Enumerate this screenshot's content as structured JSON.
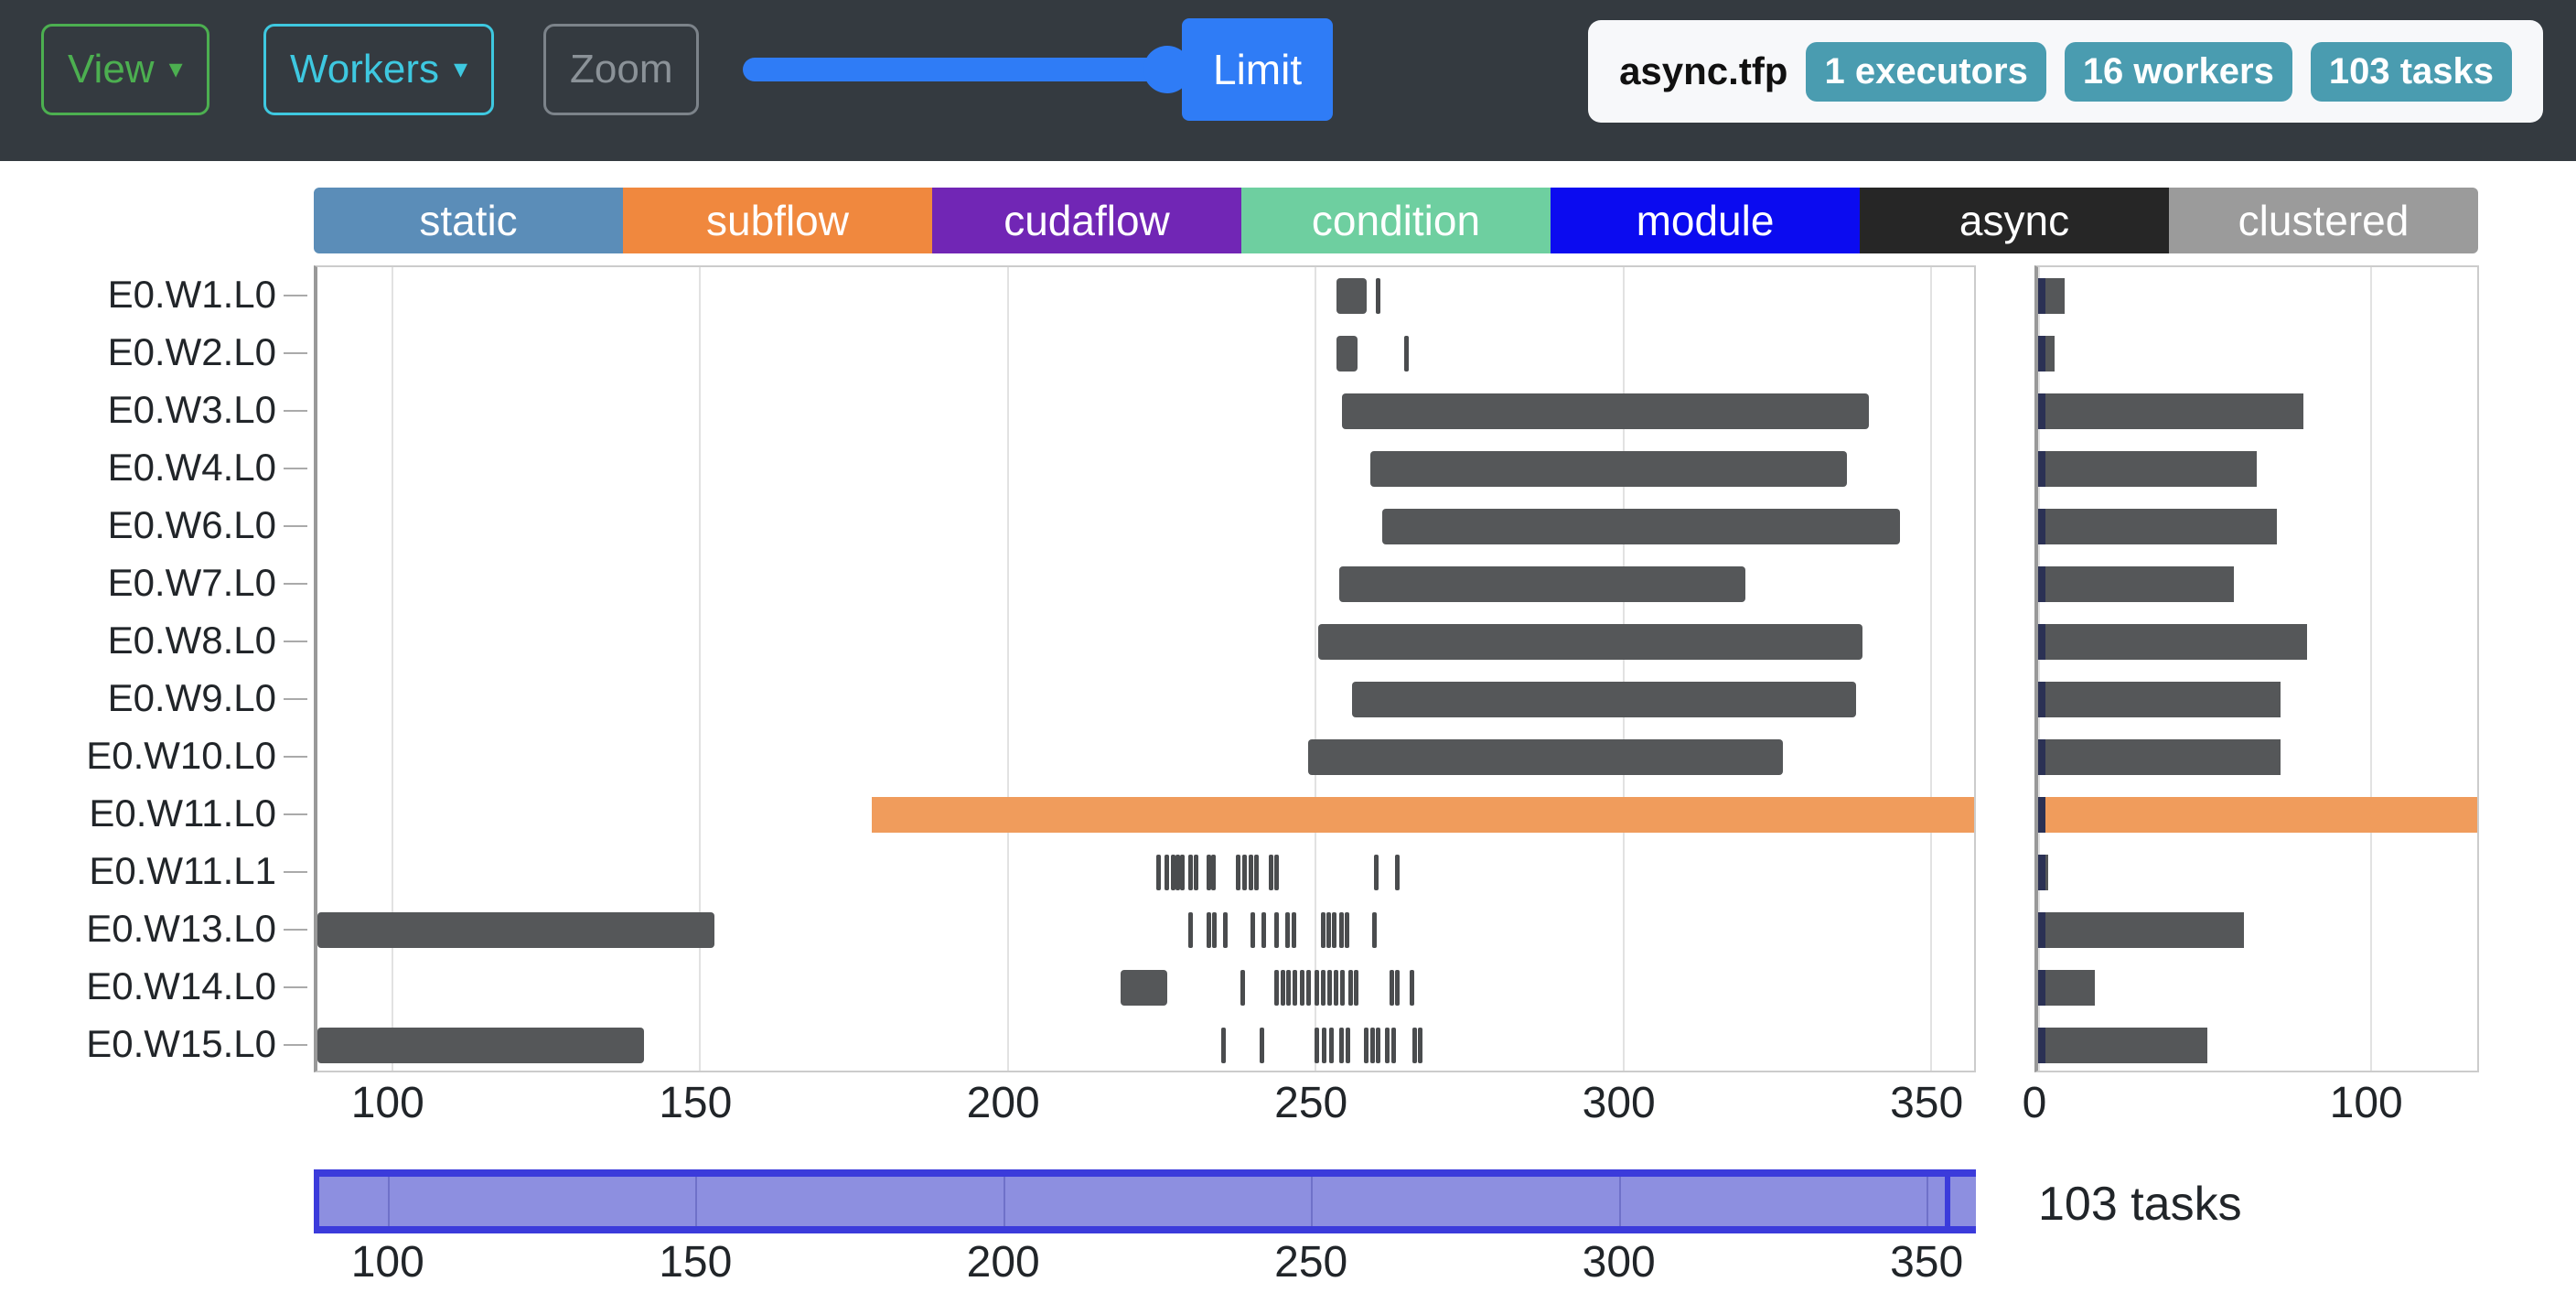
{
  "toolbar": {
    "view_label": "View",
    "workers_label": "Workers",
    "zoom_label": "Zoom",
    "limit_label": "Limit",
    "caret_glyph": "▾",
    "slider_value": 100,
    "info": {
      "file_name": "async.tfp",
      "pills": [
        "1 executors",
        "16 workers",
        "103 tasks"
      ]
    }
  },
  "legend": {
    "items": [
      {
        "label": "static",
        "color": "#5b8db8"
      },
      {
        "label": "subflow",
        "color": "#f0883e"
      },
      {
        "label": "cudaflow",
        "color": "#7126b5"
      },
      {
        "label": "condition",
        "color": "#6ecfa0"
      },
      {
        "label": "module",
        "color": "#0b0bf0"
      },
      {
        "label": "async",
        "color": "#262626"
      },
      {
        "label": "clustered",
        "color": "#9b9b9b"
      }
    ]
  },
  "chart_data": {
    "type": "bar",
    "title": "",
    "xlabel": "",
    "ylabel": "",
    "main": {
      "xlim": [
        88,
        358
      ],
      "xticks": [
        100,
        150,
        200,
        250,
        300,
        350
      ],
      "grid": true,
      "categories": [
        "E0.W1.L0",
        "E0.W2.L0",
        "E0.W3.L0",
        "E0.W4.L0",
        "E0.W6.L0",
        "E0.W7.L0",
        "E0.W8.L0",
        "E0.W9.L0",
        "E0.W10.L0",
        "E0.W11.L0",
        "E0.W11.L1",
        "E0.W13.L0",
        "E0.W14.L0",
        "E0.W15.L0"
      ],
      "spans": [
        {
          "row": 0,
          "color": "#555759",
          "segments": [
            [
              253.5,
              258.5
            ]
          ]
        },
        {
          "row": 1,
          "color": "#555759",
          "segments": [
            [
              253.5,
              257.0
            ]
          ]
        },
        {
          "row": 2,
          "color": "#555759",
          "segments": [
            [
              254.5,
              340.0
            ]
          ]
        },
        {
          "row": 3,
          "color": "#555759",
          "segments": [
            [
              259.0,
              336.5
            ]
          ]
        },
        {
          "row": 4,
          "color": "#555759",
          "segments": [
            [
              261.0,
              345.0
            ]
          ]
        },
        {
          "row": 5,
          "color": "#555759",
          "segments": [
            [
              254.0,
              320.0
            ]
          ]
        },
        {
          "row": 6,
          "color": "#555759",
          "segments": [
            [
              250.5,
              339.0
            ]
          ]
        },
        {
          "row": 7,
          "color": "#555759",
          "segments": [
            [
              256.0,
              338.0
            ]
          ]
        },
        {
          "row": 8,
          "color": "#555759",
          "segments": [
            [
              249.0,
              326.0
            ]
          ]
        },
        {
          "row": 9,
          "color": "#f09c5c",
          "segments": [
            [
              178.0,
              358.0
            ]
          ]
        },
        {
          "row": 11,
          "color": "#555759",
          "segments": [
            [
              88.0,
              152.5
            ]
          ]
        },
        {
          "row": 12,
          "color": "#555759",
          "segments": [
            [
              218.5,
              226.0
            ]
          ]
        },
        {
          "row": 13,
          "color": "#555759",
          "segments": [
            [
              88.0,
              141.0
            ]
          ]
        }
      ],
      "ticks": [
        {
          "row": 0,
          "values": [
            260.0
          ]
        },
        {
          "row": 1,
          "values": [
            264.5
          ]
        },
        {
          "row": 10,
          "values": [
            224.2,
            225.6,
            226.6,
            227.4,
            228.2,
            229.4,
            230.4,
            232.4,
            233.2,
            237.2,
            238.2,
            239.2,
            240.2,
            242.6,
            243.4,
            259.6,
            263.0
          ]
        },
        {
          "row": 11,
          "values": [
            229.5,
            232.4,
            233.4,
            235.1,
            239.6,
            241.4,
            243.4,
            245.2,
            246.2,
            251.0,
            251.9,
            252.8,
            254.0,
            254.9,
            259.3
          ]
        },
        {
          "row": 12,
          "values": [
            238.0,
            243.4,
            244.4,
            245.4,
            246.4,
            247.6,
            248.6,
            250.0,
            251.0,
            252.1,
            253.1,
            254.2,
            255.4,
            256.4,
            262.2,
            263.1,
            265.4
          ]
        },
        {
          "row": 13,
          "values": [
            234.8,
            241.0,
            250.0,
            251.2,
            252.4,
            254.0,
            255.0,
            258.0,
            259.0,
            260.0,
            261.4,
            262.4,
            265.8,
            266.8
          ]
        }
      ]
    },
    "right": {
      "xlim": [
        0,
        134
      ],
      "xticks": [
        0,
        100
      ],
      "grid": true,
      "ylabel": "",
      "values": [
        8,
        5,
        80,
        66,
        72,
        59,
        81,
        73,
        73,
        134,
        3,
        62,
        17,
        51
      ],
      "colors": [
        "#555759",
        "#555759",
        "#555759",
        "#555759",
        "#555759",
        "#555759",
        "#555759",
        "#555759",
        "#555759",
        "#f09c5c",
        "#555759",
        "#555759",
        "#555759",
        "#555759"
      ]
    },
    "brush": {
      "xlim": [
        88,
        358
      ],
      "xticks": [
        100,
        150,
        200,
        250,
        300,
        350
      ],
      "selection": [
        88,
        358
      ],
      "fill_color": "#8d8fe0",
      "edge_color": "#3b3bdb"
    },
    "tasks_label": "103 tasks"
  }
}
